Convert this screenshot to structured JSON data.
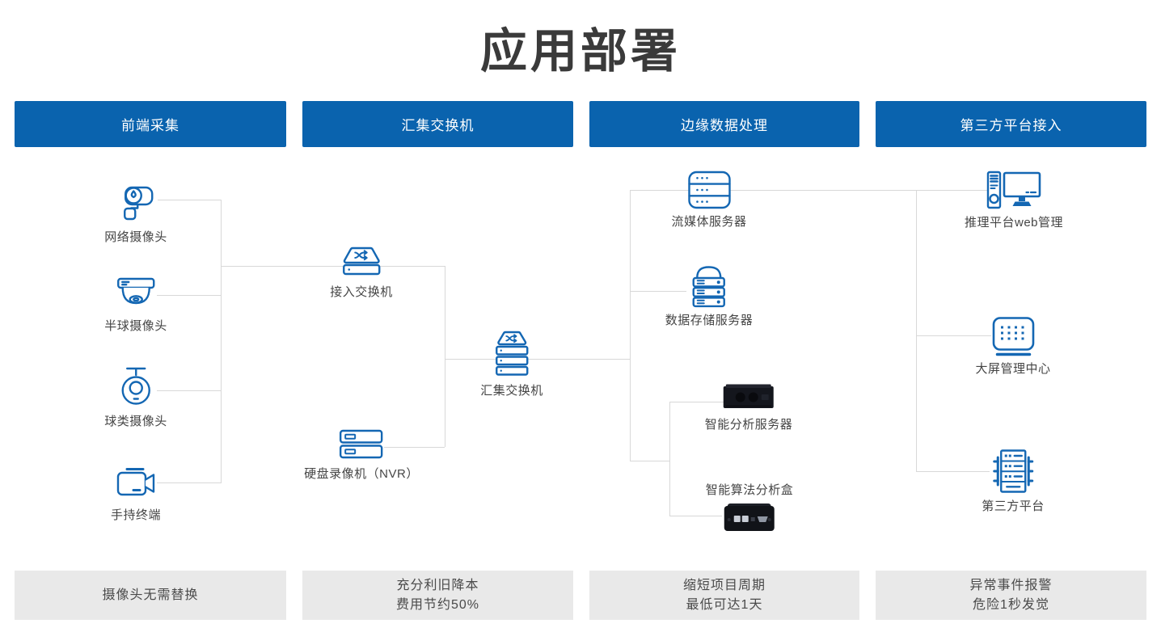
{
  "title": "应用部署",
  "colors": {
    "header_bg": "#0a63ae",
    "icon_stroke": "#1467b3",
    "connector_line": "#d8d8d8",
    "benefit_bg": "#e9e9e9",
    "title_text": "#3a3a3a"
  },
  "columns": [
    {
      "header": "前端采集",
      "footer_line1": "摄像头无需替换",
      "footer_line2": ""
    },
    {
      "header": "汇集交换机",
      "footer_line1": "充分利旧降本",
      "footer_line2": "费用节约50%"
    },
    {
      "header": "边缘数据处理",
      "footer_line1": "缩短项目周期",
      "footer_line2": "最低可达1天"
    },
    {
      "header": "第三方平台接入",
      "footer_line1": "异常事件报警",
      "footer_line2": "危险1秒发觉"
    }
  ],
  "nodes": {
    "network_camera": {
      "label": "网络摄像头",
      "icon": "bullet-camera-icon"
    },
    "dome_camera": {
      "label": "半球摄像头",
      "icon": "dome-camera-icon"
    },
    "ball_camera": {
      "label": "球类摄像头",
      "icon": "ptz-camera-icon"
    },
    "handheld_terminal": {
      "label": "手持终端",
      "icon": "camcorder-icon"
    },
    "access_switch": {
      "label": "接入交换机",
      "icon": "switch-icon"
    },
    "aggregation_switch": {
      "label": "汇集交换机",
      "icon": "stacked-switch-icon"
    },
    "nvr": {
      "label": "硬盘录像机（NVR）",
      "icon": "nvr-icon"
    },
    "media_server": {
      "label": "流媒体服务器",
      "icon": "server-rack-icon"
    },
    "storage_server": {
      "label": "数据存储服务器",
      "icon": "storage-server-icon"
    },
    "analysis_server": {
      "label": "智能分析服务器",
      "icon": "rack-server-photo"
    },
    "analysis_box": {
      "label": "智能算法分析盒",
      "icon": "edge-box-photo"
    },
    "web_mgmt": {
      "label": "推理平台web管理",
      "icon": "workstation-icon"
    },
    "big_screen": {
      "label": "大屏管理中心",
      "icon": "led-screen-icon"
    },
    "third_party": {
      "label": "第三方平台",
      "icon": "platform-rack-icon"
    }
  }
}
